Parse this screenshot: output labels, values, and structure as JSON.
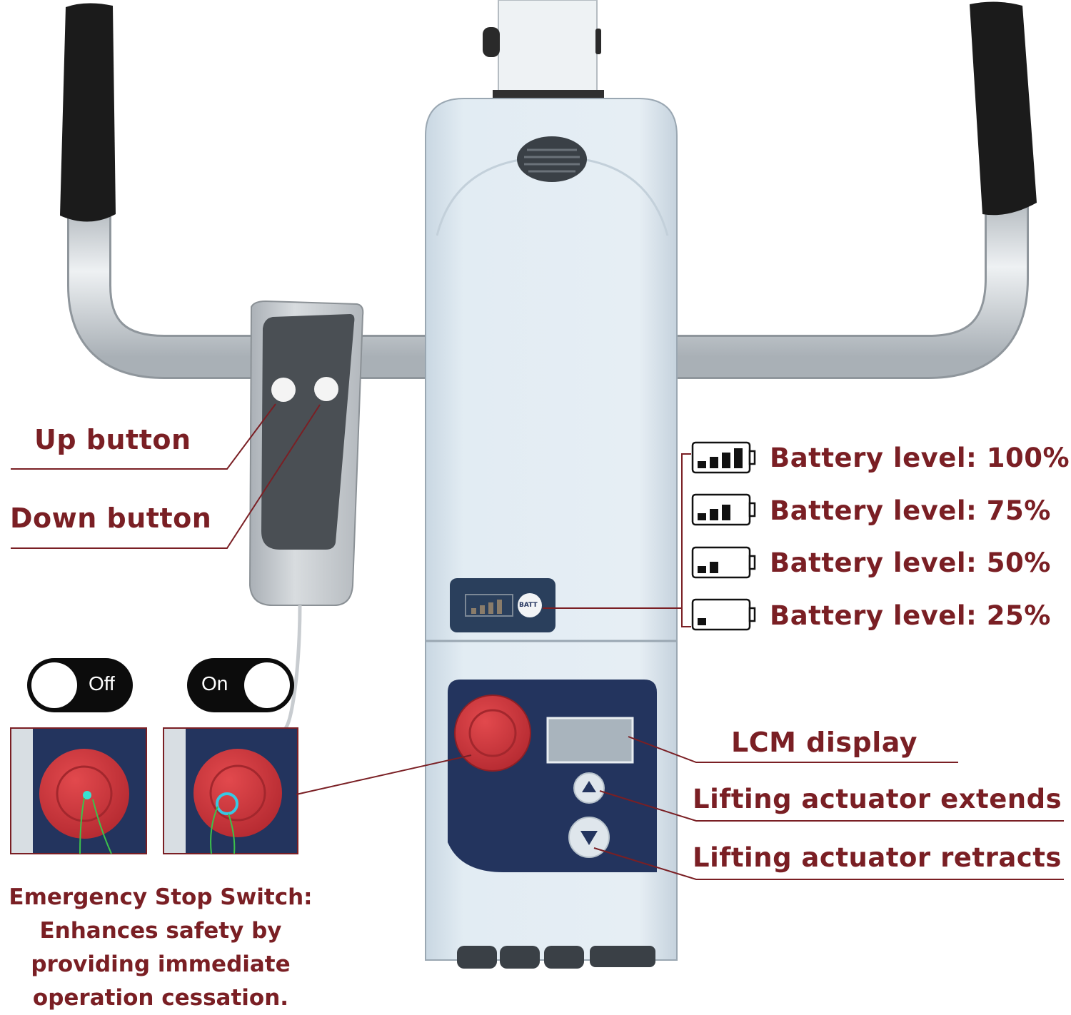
{
  "labels": {
    "up_button": "Up button",
    "down_button": "Down button",
    "lcm_display": "LCM display",
    "actuator_extends": "Lifting actuator extends",
    "actuator_retracts": "Lifting actuator retracts"
  },
  "battery_levels": [
    {
      "text": "Battery level: 100%",
      "bars": 4
    },
    {
      "text": "Battery level: 75%",
      "bars": 3
    },
    {
      "text": "Battery level: 50%",
      "bars": 2
    },
    {
      "text": "Battery level: 25%",
      "bars": 1
    }
  ],
  "panel": {
    "batt_text": "BATT"
  },
  "toggles": {
    "off": "Off",
    "on": "On"
  },
  "emergency": {
    "lines": [
      "Emergency Stop Switch:",
      "Enhances safety by",
      "providing immediate",
      "operation cessation."
    ]
  },
  "colors": {
    "label": "#7a1f24",
    "stop_red": "#d0343a",
    "panel_navy": "#23345e",
    "body_blue": "#dfe9f1",
    "foam_black": "#1b1b1b"
  }
}
